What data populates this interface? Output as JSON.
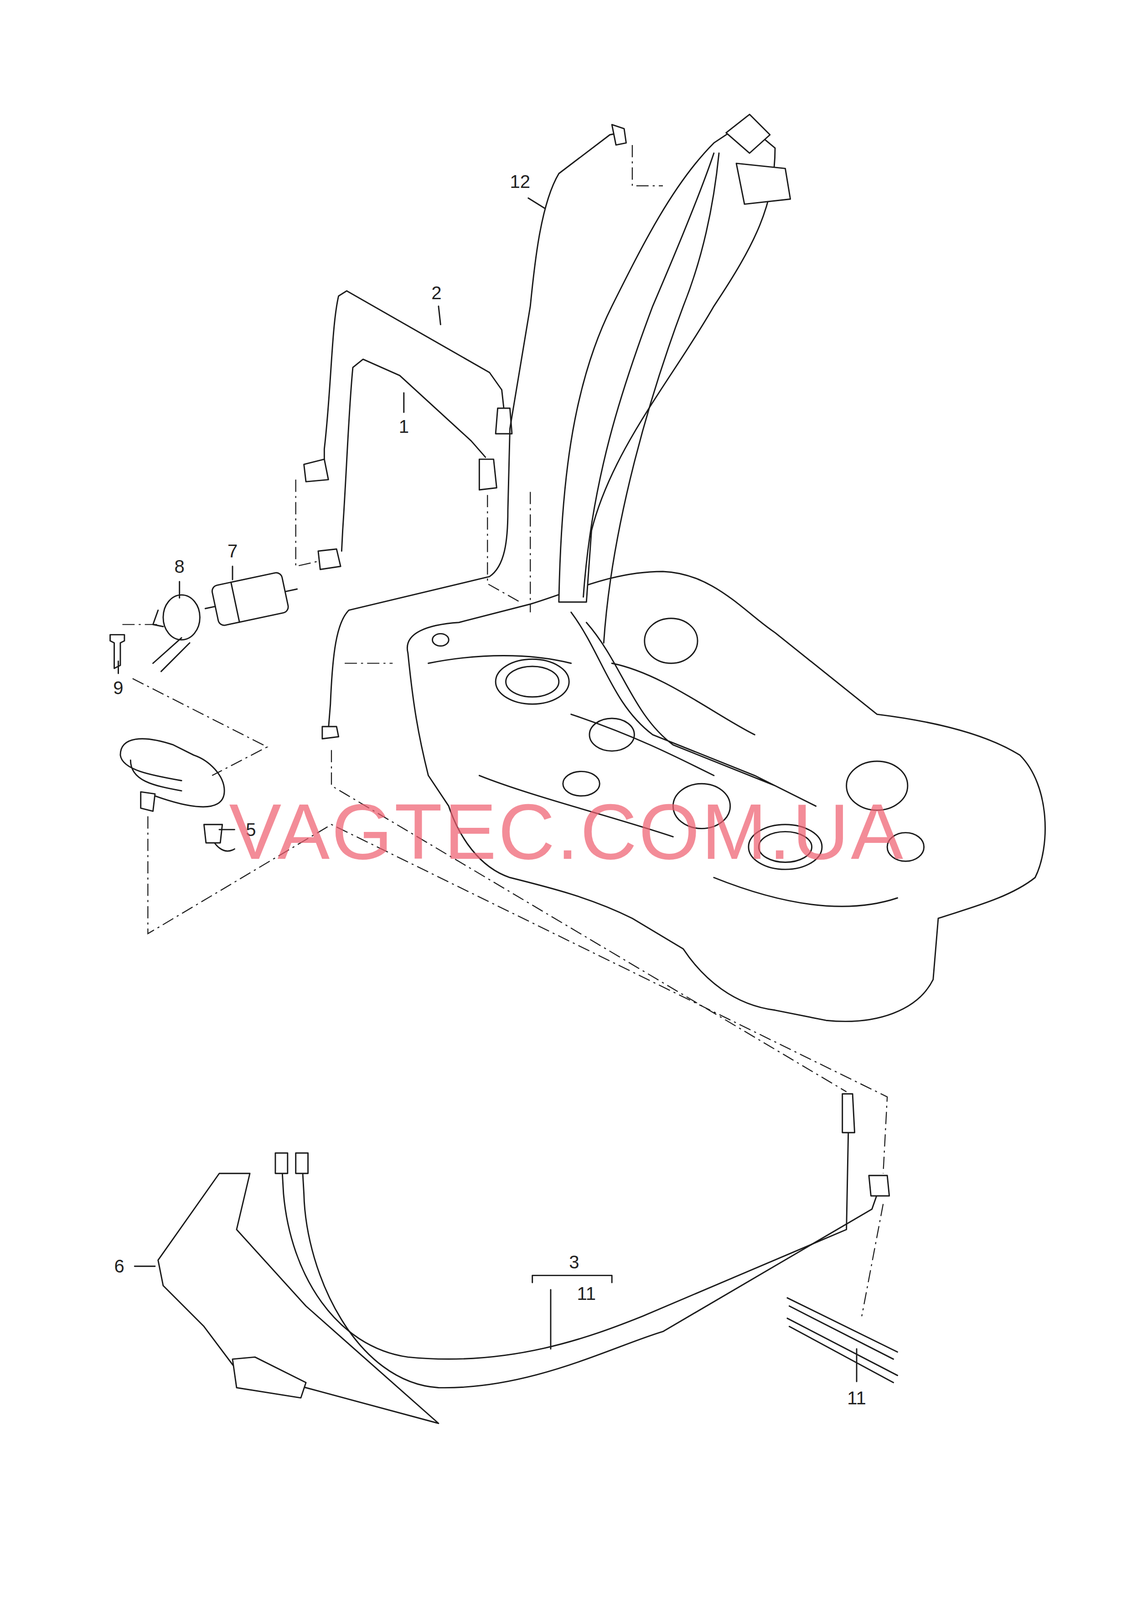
{
  "diagram": {
    "labels": [
      "12",
      "2",
      "1",
      "7",
      "8",
      "9",
      "5",
      "6",
      "3",
      "11",
      "11",
      "VAGTEC.COM.UA"
    ]
  }
}
